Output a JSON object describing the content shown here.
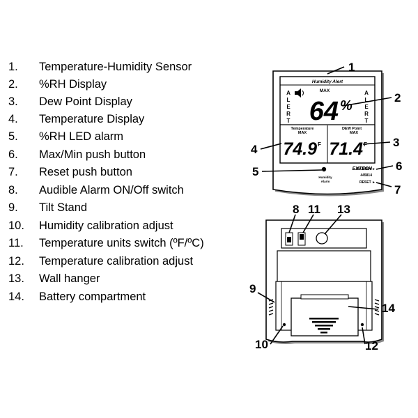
{
  "legend": [
    {
      "num": "1.",
      "text": "Temperature-Humidity Sensor"
    },
    {
      "num": "2.",
      "text": "%RH Display"
    },
    {
      "num": "3.",
      "text": "Dew Point Display"
    },
    {
      "num": "4.",
      "text": "Temperature Display"
    },
    {
      "num": "5.",
      "text": "%RH LED alarm"
    },
    {
      "num": "6.",
      "text": "Max/Min push button"
    },
    {
      "num": "7.",
      "text": "Reset push button"
    },
    {
      "num": "8.",
      "text": "Audible Alarm ON/Off switch"
    },
    {
      "num": "9.",
      "text": "Tilt Stand"
    },
    {
      "num": "10.",
      "text": "Humidity calibration adjust"
    },
    {
      "num": "11.",
      "text": "Temperature units switch (ºF/ºC)"
    },
    {
      "num": "12.",
      "text": "Temperature calibration adjust"
    },
    {
      "num": "13.",
      "text": "Wall hanger"
    },
    {
      "num": "14.",
      "text": "Battery compartment"
    }
  ],
  "front": {
    "title": "Humidity Alert",
    "alert": "ALERT",
    "max_top": "MAX",
    "humidity_value": "64",
    "humidity_unit": "%",
    "temp_label": "Temperature",
    "temp_sub": "MAX",
    "dew_label": "DEW Point",
    "dew_sub": "MAX",
    "temp_value": "74.9",
    "dew_value": "71.4",
    "unit_f": "F",
    "brand": "EXTECH",
    "model": "445814",
    "led_label_1": "Humidity",
    "led_label_2": "Alarm",
    "maxmin_label": "MAX/MIN ►",
    "reset_label": "RESET ►"
  },
  "callouts": [
    "1",
    "2",
    "3",
    "4",
    "5",
    "6",
    "7",
    "8",
    "11",
    "13",
    "9",
    "14",
    "10",
    "12"
  ]
}
